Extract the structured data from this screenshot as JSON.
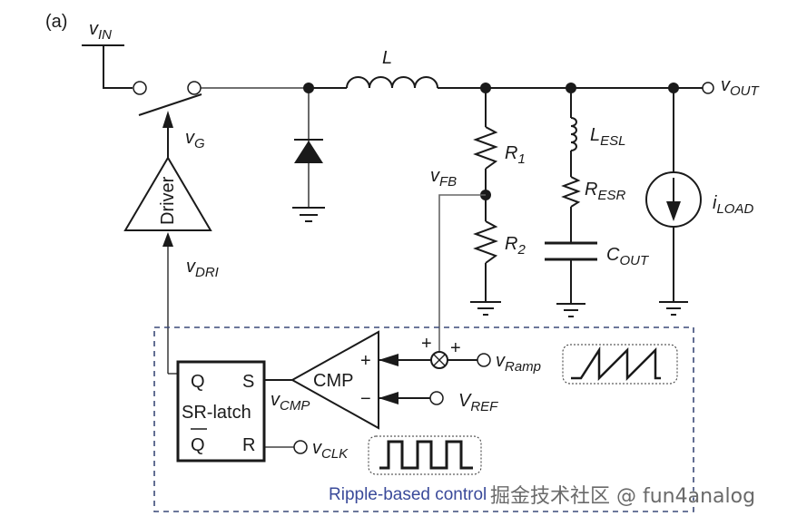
{
  "figure": {
    "panel_label": "(a)",
    "labels": {
      "vin": {
        "main": "v",
        "sub": "IN"
      },
      "vg": {
        "main": "v",
        "sub": "G"
      },
      "vdri": {
        "main": "v",
        "sub": "DRI"
      },
      "inductor": "L",
      "r1": {
        "main": "R",
        "sub": "1"
      },
      "r2": {
        "main": "R",
        "sub": "2"
      },
      "vfb": {
        "main": "v",
        "sub": "FB"
      },
      "lesl": {
        "main": "L",
        "sub": "ESL"
      },
      "resr": {
        "main": "R",
        "sub": "ESR"
      },
      "cout": {
        "main": "C",
        "sub": "OUT"
      },
      "iload": {
        "main": "i",
        "sub": "LOAD"
      },
      "vout": {
        "main": "v",
        "sub": "OUT"
      },
      "vramp": {
        "main": "v",
        "sub": "Ramp"
      },
      "vref": {
        "main": "V",
        "sub": "REF"
      },
      "vcmp": {
        "main": "v",
        "sub": "CMP"
      },
      "vclk": {
        "main": "v",
        "sub": "CLK"
      }
    },
    "driver_label": "Driver",
    "comparator_label": "CMP",
    "comparator_plus": "+",
    "comparator_minus": "−",
    "summer_plus_top": "+",
    "summer_plus_right": "+",
    "latch": {
      "title": "SR-latch",
      "q": "Q",
      "qbar": "Q",
      "s": "S",
      "r": "R"
    },
    "control_block_label": "Ripple-based control",
    "watermark": "掘金技术社区 @ fun4analog"
  },
  "colors": {
    "wire": "#1a1a1a",
    "control_border": "#3c4a78",
    "control_label": "#3a4a9a"
  }
}
